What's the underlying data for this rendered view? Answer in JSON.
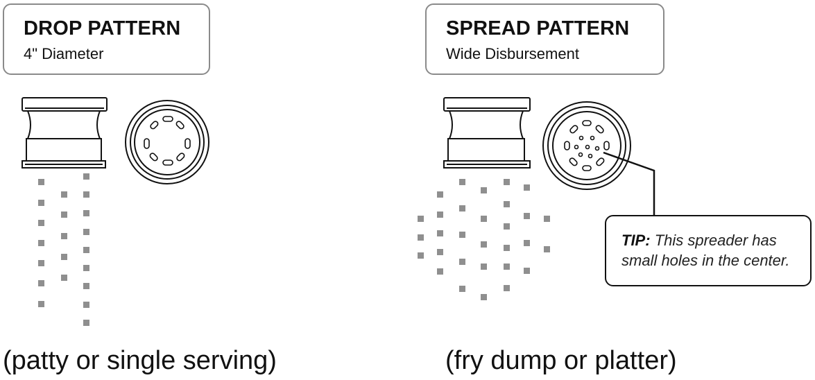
{
  "drop": {
    "title": "DROP PATTERN",
    "subtitle": "4\" Diameter",
    "caption": "(patty or single serving)"
  },
  "spread": {
    "title": "SPREAD PATTERN",
    "subtitle": "Wide Disbursement",
    "caption": "(fry dump or platter)"
  },
  "tip": {
    "label": "TIP:",
    "text": "This spreader has small holes in the center."
  },
  "colors": {
    "box_border": "#8a8a8a",
    "particle": "#8f8f8f",
    "line": "#111111"
  }
}
